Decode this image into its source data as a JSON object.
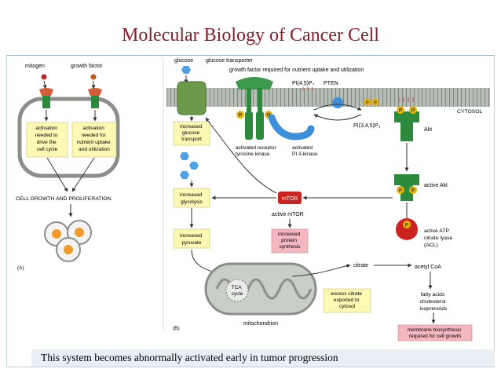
{
  "slide": {
    "title": "Molecular Biology of Cancer Cell",
    "caption": "This system becomes abnormally activated early in tumor progression"
  },
  "colors": {
    "title": "#8a1c2b",
    "yellow_box": "#fdf8b4",
    "pink_box": "#f5b8c0",
    "receptor_green": "#2c8a3c",
    "phosphate": "#e6b400",
    "pi3k_blue": "#3c8fd8",
    "mtor_red": "#cc2222",
    "membrane": "#9aa59a"
  },
  "panel_a": {
    "mitogen": "mitogen",
    "growth_factor": "growth factor",
    "box1": [
      "activation",
      "needed to",
      "drive the",
      "cell cycle"
    ],
    "box2": [
      "activation",
      "needed for",
      "nutrient uptake",
      "and utilization"
    ],
    "cell_growth": "CELL GROWTH AND PROLIFERATION",
    "label": "(A)"
  },
  "panel_b": {
    "glucose": "glucose",
    "glucose_transporter": "glucose transporter",
    "growth_factor_note": "growth factor required for nutrient uptake and utilization",
    "pip2": "PI(4,5)P₂",
    "pten": "PTEN",
    "pip3": "PI(3,4,5)P₃",
    "cytosol": "CYTOSOL",
    "akt": "Akt",
    "active_akt": "active Akt",
    "increased_transport": [
      "increased",
      "glucose",
      "transport"
    ],
    "receptor": [
      "activated receptor",
      "tyrosine kinase"
    ],
    "pi3k": [
      "activated",
      "PI 3-kinase"
    ],
    "increased_glycolysis": [
      "increased",
      "glycolysis"
    ],
    "mtor": "mTOR",
    "active_mtor": "active mTOR",
    "protein_synthesis": [
      "increased",
      "protein",
      "synthesis"
    ],
    "increased_pyruvate": [
      "increased",
      "pyruvate"
    ],
    "active_atp": [
      "active ATP",
      "citrate lyase",
      "(ACL)"
    ],
    "citrate": "citrate",
    "acetyl_coa": "acetyl CoA",
    "tca": [
      "TCA",
      "cycle"
    ],
    "excess_citrate": [
      "excess citrate",
      "exported to",
      "cytosol"
    ],
    "fatty_acids": [
      "fatty acids",
      "cholesterol",
      "isoprenoids"
    ],
    "mitochondrion": "mitochondrion",
    "membrane_biosynthesis": [
      "membrane biosynthesis",
      "required for cell growth"
    ],
    "label": "(B)",
    "phospho": "P"
  }
}
